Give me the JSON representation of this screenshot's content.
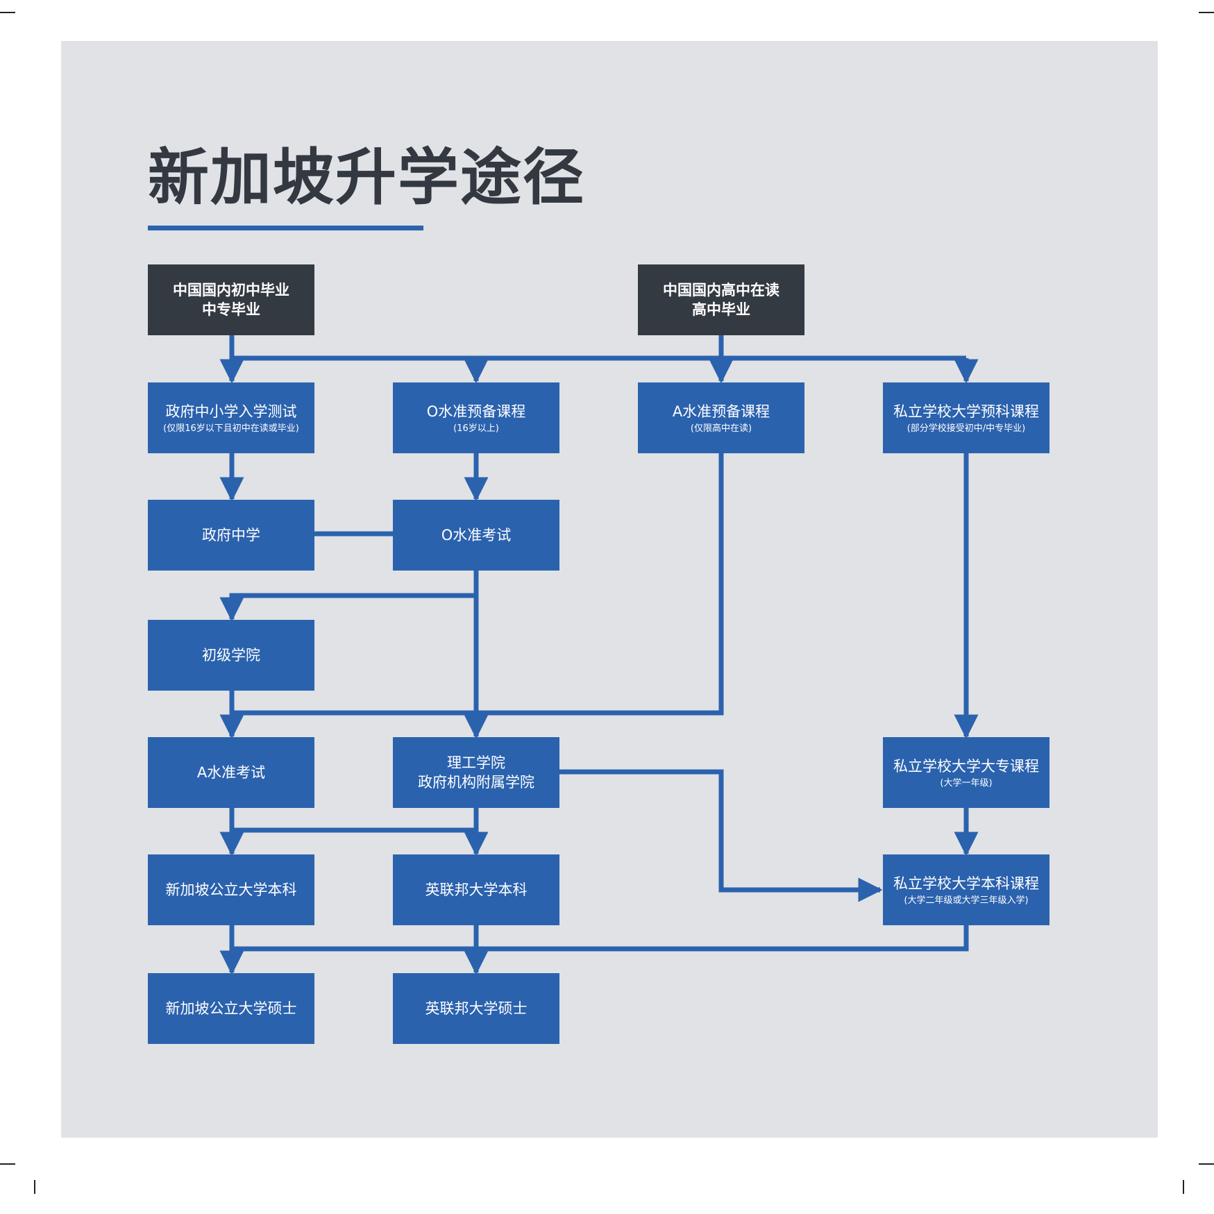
{
  "title": "新加坡升学途径",
  "colors": {
    "panel": "#e0e2e5",
    "accent": "#2b62ae",
    "dark": "#343a42",
    "text": "#ffffff"
  },
  "nodes": {
    "junior_grad": {
      "line1": "中国国内初中毕业",
      "line2": "中专毕业"
    },
    "senior_grad": {
      "line1": "中国国内高中在读",
      "line2": "高中毕业"
    },
    "gov_test": {
      "label": "政府中小学入学测试",
      "note": "(仅限16岁以下且初中在读或毕业)"
    },
    "o_prep": {
      "label": "O水准预备课程",
      "note": "(16岁以上)"
    },
    "a_prep": {
      "label": "A水准预备课程",
      "note": "(仅限高中在读)"
    },
    "private_foundation": {
      "label": "私立学校大学预科课程",
      "note": "(部分学校接受初中/中专毕业)"
    },
    "gov_secondary": {
      "label": "政府中学"
    },
    "o_exam": {
      "label": "O水准考试"
    },
    "junior_college": {
      "label": "初级学院"
    },
    "a_exam": {
      "label": "A水准考试"
    },
    "polytechnic": {
      "line1": "理工学院",
      "line2": "政府机构附属学院"
    },
    "private_diploma": {
      "label": "私立学校大学大专课程",
      "note": "(大学一年级)"
    },
    "sg_bachelor": {
      "label": "新加坡公立大学本科"
    },
    "uk_bachelor": {
      "label": "英联邦大学本科"
    },
    "private_bachelor": {
      "label": "私立学校大学本科课程",
      "note": "(大学二年级或大学三年级入学)"
    },
    "sg_master": {
      "label": "新加坡公立大学硕士"
    },
    "uk_master": {
      "label": "英联邦大学硕士"
    }
  }
}
